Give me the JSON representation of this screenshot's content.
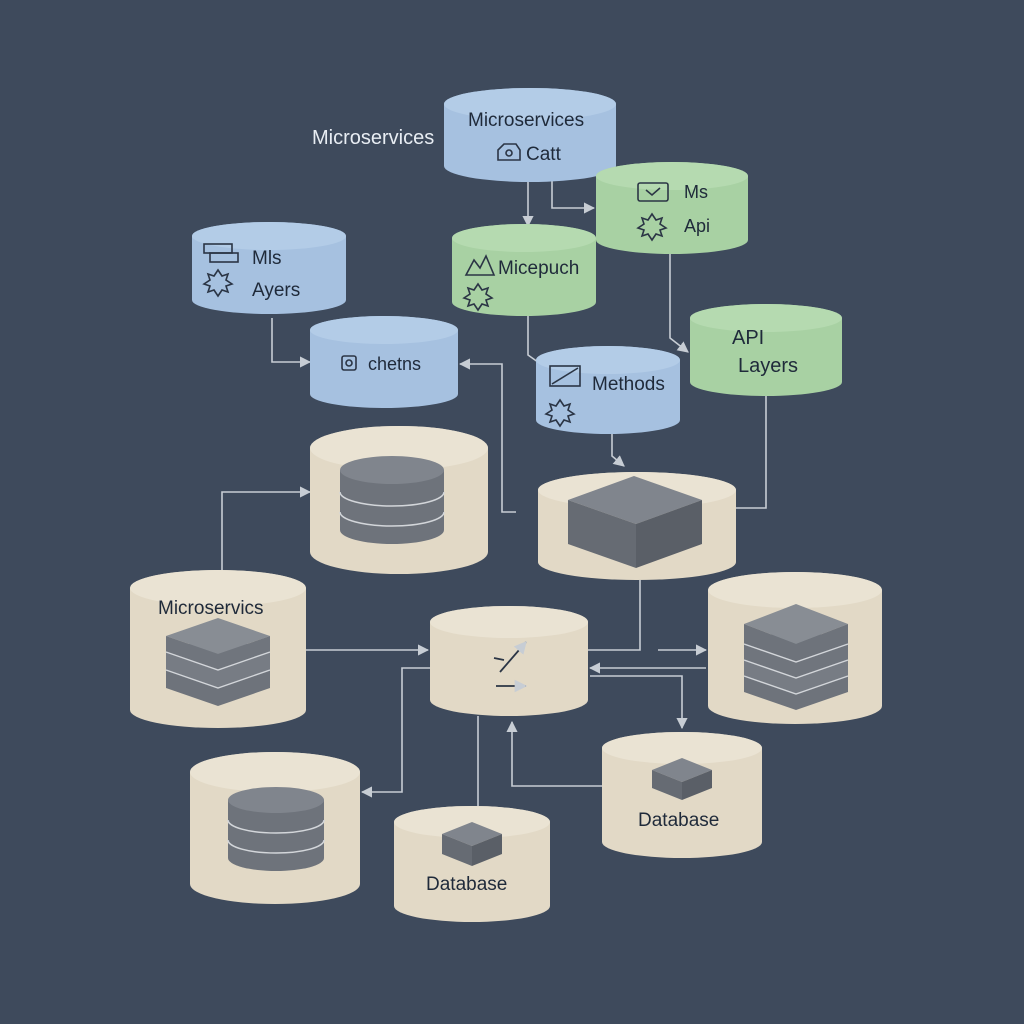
{
  "colors": {
    "background": "#3e4a5c",
    "blue_node": "#a6c1e0",
    "green_node": "#a8d1a3",
    "tan_node": "#e2d9c6",
    "shape_gray": "#6e737b",
    "connector": "#c7cdd4"
  },
  "labels": {
    "floating_title": "Microservices",
    "top_service_title": "Microservices",
    "top_service_sub": "Catt",
    "green_ms_line1": "Ms",
    "green_ms_line2": "Api",
    "left_blue_line1": "Mls",
    "left_blue_line2": "Ayers",
    "micropuch": "Micepuch",
    "chetns": "chetns",
    "methods": "Methods",
    "api_line1": "API",
    "api_line2": "Layers",
    "tan_left_title": "Microservics",
    "database_right": "Database",
    "database_bottom": "Database"
  },
  "icons": {
    "top_service": "cloud-icon",
    "green_ms": "monitor-icon",
    "left_blue": "stack-icon",
    "micropuch": "mountain-icon",
    "chetns": "square-icon",
    "methods": "chart-icon",
    "center_hub": "arrows-icon"
  }
}
